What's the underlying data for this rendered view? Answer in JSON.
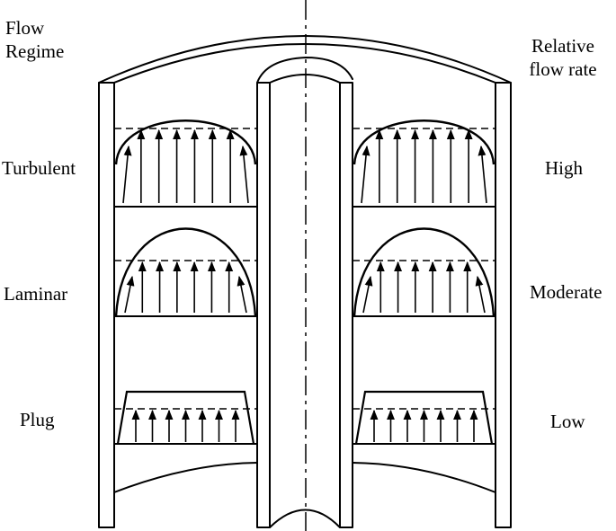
{
  "header_left": [
    "Flow",
    "Regime"
  ],
  "header_right": [
    "Relative",
    "flow rate"
  ],
  "rows": [
    {
      "regime": "Turbulent",
      "rate": "High",
      "profile": "turbulent"
    },
    {
      "regime": "Laminar",
      "rate": "Moderate",
      "profile": "laminar"
    },
    {
      "regime": "Plug",
      "rate": "Low",
      "profile": "plug"
    }
  ],
  "colors": {
    "stroke": "#000000",
    "background": "#ffffff"
  }
}
